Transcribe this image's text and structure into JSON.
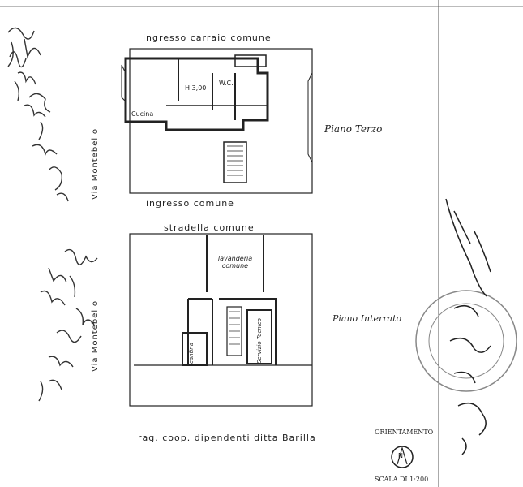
{
  "sheet": {
    "top_street": "ingresso carraio comune",
    "upper_left_street": "Via Montebello",
    "upper_bottom_street": "ingresso comune",
    "lower_top_street": "stradella comune",
    "lower_left_street": "Via Montebello",
    "bottom_street": "rag. coop. dipendenti ditta Barilla"
  },
  "third_floor": {
    "level_label": "Piano Terzo",
    "room_height": "H 3,00",
    "wc": "W.C.",
    "kitchen": "Cucina"
  },
  "basement": {
    "level_label": "Piano Interrato",
    "laundry": "lavanderia comune",
    "cellar": "cantina",
    "storage": "Servizio Tecnico"
  },
  "orientation": {
    "label": "ORIENTAMENTO",
    "north": "N",
    "scale": "SCALA DI 1:200"
  }
}
